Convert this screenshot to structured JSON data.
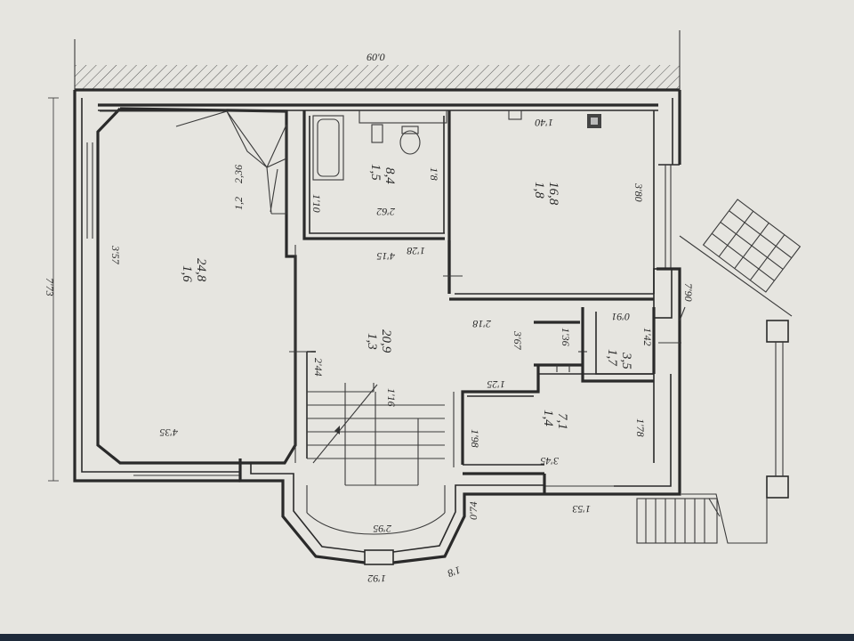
{
  "plan": {
    "dimensions": {
      "top_width": "60'0",
      "left_height": "7'73",
      "right_upper": "7'90",
      "bay_bottom_left": "2'95",
      "bay_bottom_right": "1'8",
      "bay_side_right": "0'74",
      "entry_bottom": "1'92"
    },
    "rooms": {
      "living": {
        "number": "1,6",
        "area": "24,8",
        "w": "4'35",
        "h": "3'57"
      },
      "stair": {
        "number": "1,2",
        "area": "2,36"
      },
      "bath": {
        "number": "1,5",
        "area": "8,4",
        "a": "1'10",
        "b": "1'8",
        "c": "2'62"
      },
      "bedroom": {
        "number": "1,8",
        "area": "16,8",
        "w": "1'40",
        "h": "3'80"
      },
      "hall": {
        "number": "1,3",
        "area": "20,9",
        "top": "4'15",
        "left": "2'44",
        "stepw": "1'16",
        "right": "3'67",
        "sub": "1'25"
      },
      "wc": {
        "number": "1,7",
        "area": "3,5",
        "a": "0'91",
        "b": "1'42",
        "c": "1'36"
      },
      "kitchen": {
        "number": "1,4",
        "area": "7,1",
        "a": "1'98",
        "b": "3'45",
        "c": "1'78",
        "d": "1'53"
      },
      "closet_top": "1'28",
      "hall_mid": "2'18"
    }
  }
}
